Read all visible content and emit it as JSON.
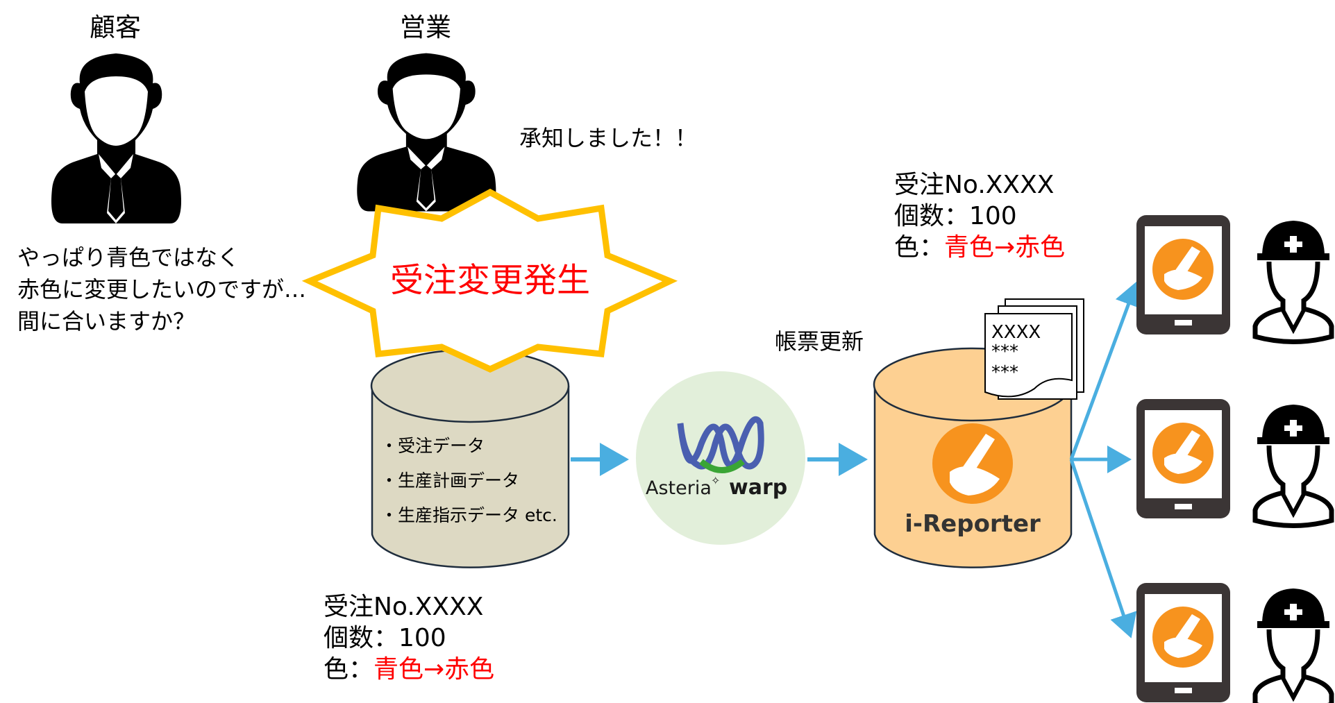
{
  "actors": {
    "customer_label": "顧客",
    "sales_label": "営業",
    "worker_icons": [
      "worker-icon",
      "worker-icon",
      "worker-icon"
    ]
  },
  "speech": {
    "customer_lines": [
      "やっぱり青色ではなく",
      "赤色に変更したいのですが…",
      "間に合いますか？"
    ],
    "sales_reply": "承知しました！！"
  },
  "event": {
    "label": "受注変更発生"
  },
  "source_db": {
    "items": [
      "・受注データ",
      "・生産計画データ",
      "・生産指示データ  etc."
    ]
  },
  "asteria": {
    "name_a": "Asteria",
    "name_b": "warp"
  },
  "ireporter": {
    "update_label": "帳票更新",
    "logo_text": "i-Reporter",
    "doc_lines": [
      "XXXX",
      "***",
      "***"
    ]
  },
  "order_info_top": {
    "line1": "受注No.XXXX",
    "line2": "個数：100",
    "line3_prefix": "色：",
    "line3_change": "青色→赤色"
  },
  "order_info_bottom": {
    "line1": "受注No.XXXX",
    "line2": "個数：100",
    "line3_prefix": "色：",
    "line3_change": "青色→赤色"
  },
  "colors": {
    "arrow": "#4aaee0",
    "highlight_text": "#ff0000",
    "starburst": "#ffc000",
    "source_db_fill": "#ddd9c3",
    "ireporter_db_fill": "#fdd092",
    "ireporter_orange": "#f7931e",
    "asteria_bg": "#e2efda"
  }
}
